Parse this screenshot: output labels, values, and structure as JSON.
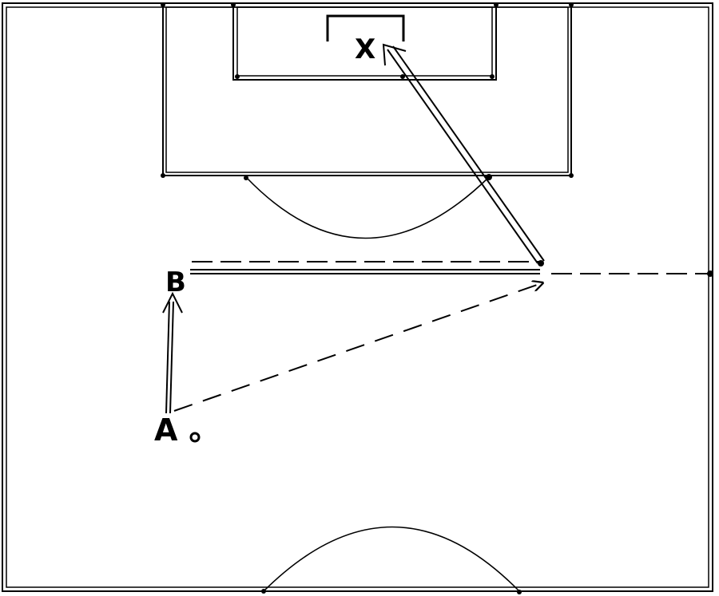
{
  "diagram": {
    "players": {
      "goalkeeper": "X",
      "a": "A",
      "b": "B"
    },
    "colors": {
      "line": "#000000",
      "background": "#ffffff"
    }
  }
}
